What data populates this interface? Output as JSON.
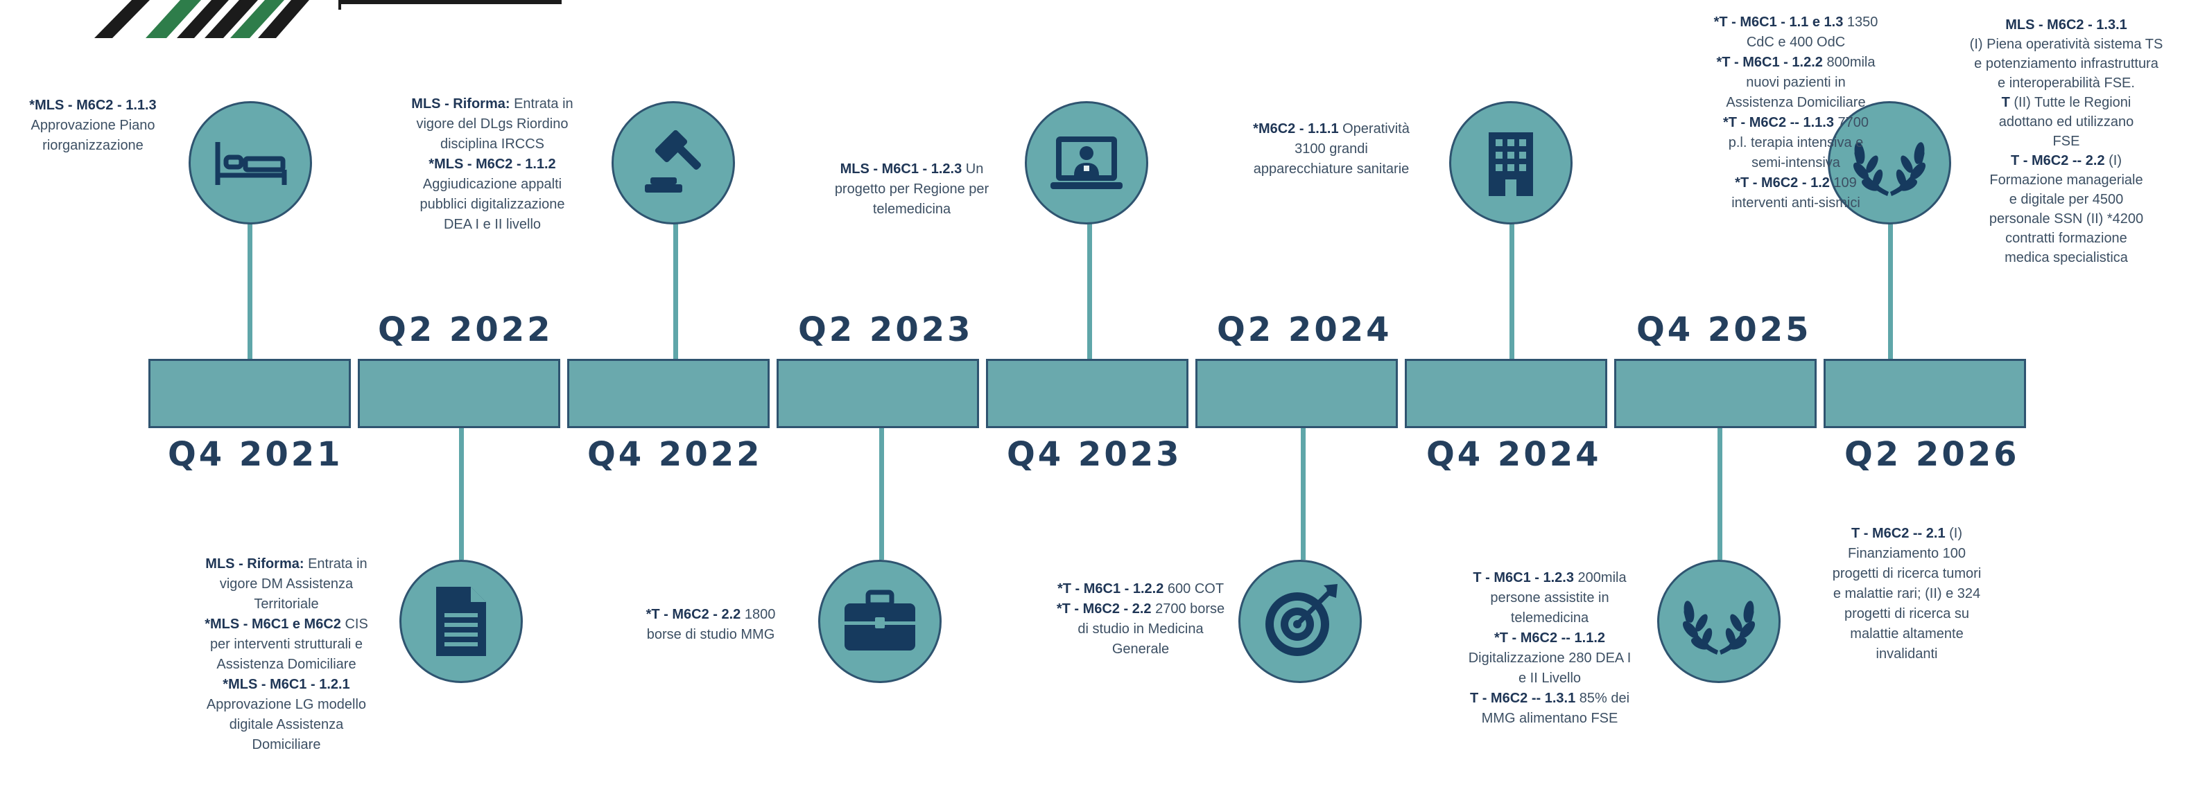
{
  "colors": {
    "teal": "#67aaad",
    "navy": "#2f5470",
    "label": "#243f5d",
    "line": "#5fa6a9"
  },
  "quarters_top": [
    "Q2 2022",
    "Q2 2023",
    "Q2 2024",
    "Q4 2025"
  ],
  "quarters_bottom": [
    "Q4 2021",
    "Q4 2022",
    "Q4 2023",
    "Q4 2024",
    "Q2 2026"
  ],
  "icons": {
    "bed": "bed-icon",
    "gavel": "gavel-icon",
    "telemed": "telemedicine-icon",
    "building": "building-icon",
    "wreath_top": "laurel-wreath-icon",
    "document": "document-icon",
    "briefcase": "briefcase-icon",
    "target": "target-icon",
    "wreath_bottom": "laurel-wreath-icon"
  },
  "milestones": {
    "q4_2021_top": {
      "head": "*MLS - M6C2 - 1.1.3",
      "body": "Approvazione Piano\nriorganizzazione"
    },
    "q2_2022_top": {
      "a_head": "MLS - Riforma:",
      "a_body": " Entrata in\nvigore del DLgs Riordino\ndisciplina IRCCS",
      "b_head": "*MLS - M6C2 - 1.1.2",
      "b_body": "Aggiudicazione appalti\npubblici digitalizzazione\nDEA I e II livello"
    },
    "q2_2023_top": {
      "head": "MLS - M6C1 - 1.2.3",
      "body": " Un\nprogetto per Regione per\ntelemedicina"
    },
    "q2_2024_top": {
      "head": "*M6C2 - 1.1.1",
      "body": " Operatività\n3100 grandi\napparecchiature sanitarie"
    },
    "q4_2025_top": {
      "a_head": "*T - M6C1 - 1.1 e 1.3",
      "a_body": " 1350\nCdC e 400 OdC",
      "b_head": "*T - M6C1 - 1.2.2",
      "b_body": " 800mila\nnuovi pazienti in\nAssistenza Domiciliare",
      "c_head": "*T - M6C2 -- 1.1.3",
      "c_body": " 7700\np.l. terapia intensiva e\nsemi-intensiva",
      "d_head": "*T - M6C2 - 1.2",
      "d_body": " 109\ninterventi anti-sismici"
    },
    "q2_2026_top": {
      "a_head": "MLS - M6C2 - 1.3.1",
      "a_body": "\n(I) Piena operatività sistema TS\ne potenziamento infrastruttura\ne interoperabilità FSE.",
      "b_head": "T",
      "b_body": " (II) Tutte le Regioni\nadottano ed utilizzano\nFSE",
      "c_head": "T - M6C2 -- 2.2",
      "c_body": " (I)\nFormazione manageriale\ne digitale per 4500\npersonale SSN (II) *4200\ncontratti formazione\nmedica specialistica"
    },
    "q2_2022_bottom": {
      "a_head": "MLS - Riforma:",
      "a_body": " Entrata in\nvigore DM Assistenza\nTerritoriale",
      "b_head": "*MLS - M6C1 e M6C2",
      "b_body": " CIS\nper interventi strutturali e\nAssistenza Domiciliare",
      "c_head": "*MLS - M6C1 - 1.2.1",
      "c_body": "\nApprovazione LG modello\ndigitale Assistenza\nDomiciliare"
    },
    "q2_2023_bottom": {
      "head": "*T - M6C2 - 2.2",
      "body": " 1800\nborse di studio MMG"
    },
    "q2_2024_bottom": {
      "a_head": "*T - M6C1 - 1.2.2",
      "a_body": " 600 COT",
      "b_head": "*T - M6C2 - 2.2",
      "b_body": " 2700 borse\ndi studio in Medicina\nGenerale"
    },
    "q4_2025_bottom": {
      "a_head": "T - M6C1 - 1.2.3",
      "a_body": "  200mila\npersone assistite in\ntelemedicina",
      "b_head": "*T - M6C2 -- 1.1.2",
      "b_body": "\nDigitalizzazione 280 DEA I\ne II Livello",
      "c_head": "T - M6C2 -- 1.3.1",
      "c_body": "  85% dei\nMMG alimentano FSE"
    },
    "q2_2026_bottom": {
      "head": "T - M6C2 -- 2.1",
      "body": " (I)\nFinanziamento 100\nprogetti di ricerca tumori\ne malattie rari; (II) e 324\nprogetti di ricerca su\nmalattie altamente\ninvalidanti"
    }
  }
}
